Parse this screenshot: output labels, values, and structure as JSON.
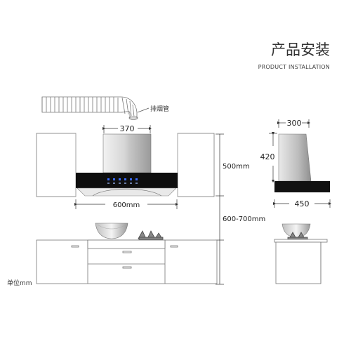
{
  "header": {
    "title": "产品安装",
    "subtitle": "PRODUCT INSTALLATION"
  },
  "labels": {
    "exhaust_pipe": "排烟管",
    "unit": "单位mm"
  },
  "dimensions": {
    "chimney_width": "370",
    "hood_height": "500mm",
    "hood_width": "600mm",
    "install_height": "600-700mm",
    "side_top_width": "300",
    "side_height": "420",
    "side_depth": "450"
  },
  "colors": {
    "line": "#6f6f6f",
    "dim": "#333333",
    "panel_black": "#111111",
    "steel_light": "#e8e8e8",
    "steel_dark": "#8a8a8a",
    "led_blue": "#3a6cff"
  }
}
